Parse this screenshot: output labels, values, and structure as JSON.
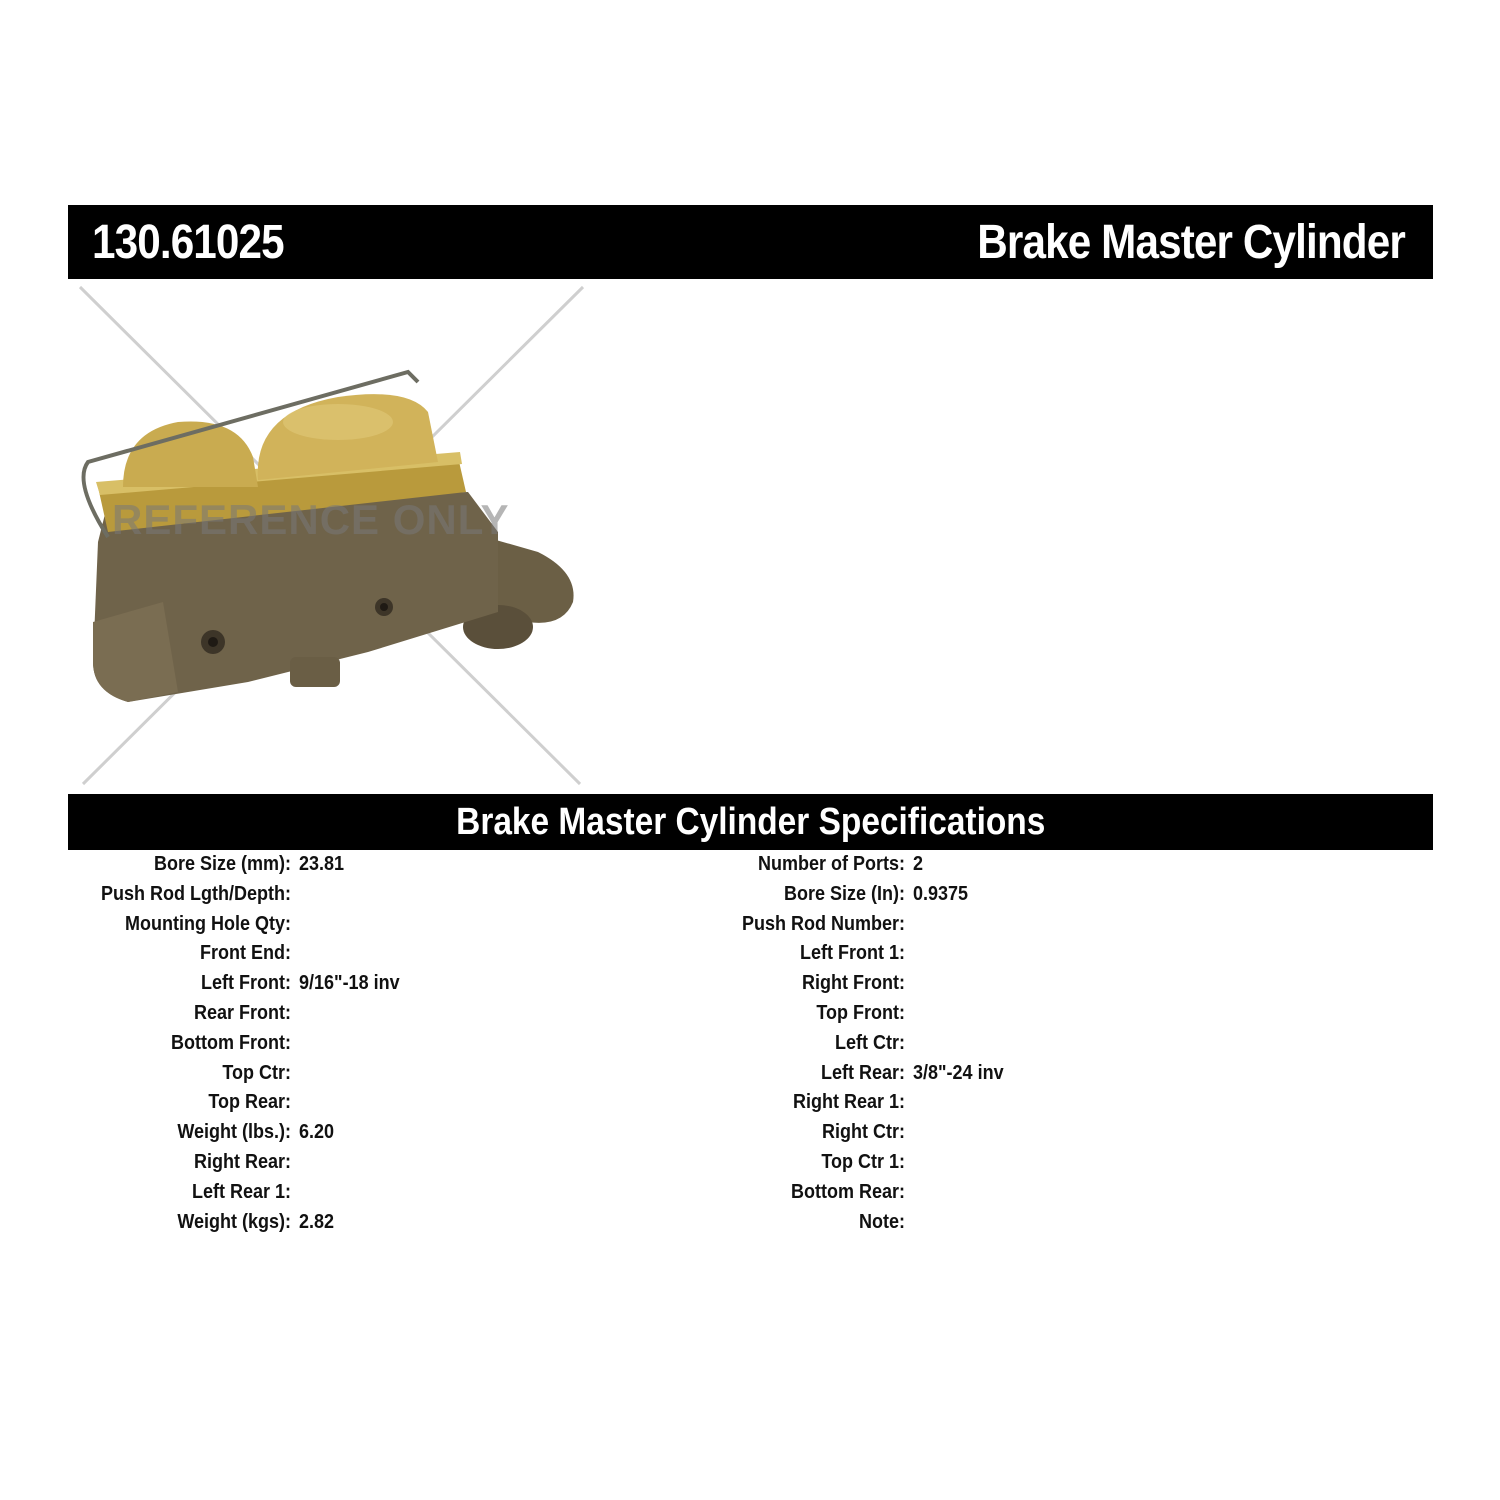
{
  "header": {
    "part_number": "130.61025",
    "product_name": "Brake Master Cylinder"
  },
  "image": {
    "subject": "brake master cylinder product photo",
    "watermark": "REFERENCE ONLY",
    "colors": {
      "cap": "#c9a94a",
      "body": "#6e6248",
      "cross_lines": "#c8c8c8"
    }
  },
  "specs": {
    "title": "Brake Master Cylinder Specifications",
    "left": [
      {
        "label": "Bore Size (mm):",
        "value": "23.81"
      },
      {
        "label": "Push Rod Lgth/Depth:",
        "value": ""
      },
      {
        "label": "Mounting Hole Qty:",
        "value": ""
      },
      {
        "label": "Front End:",
        "value": ""
      },
      {
        "label": "Left Front:",
        "value": "9/16\"-18 inv"
      },
      {
        "label": "Rear Front:",
        "value": ""
      },
      {
        "label": "Bottom Front:",
        "value": ""
      },
      {
        "label": "Top Ctr:",
        "value": ""
      },
      {
        "label": "Top Rear:",
        "value": ""
      },
      {
        "label": "Weight (lbs.):",
        "value": "6.20"
      },
      {
        "label": "Right Rear:",
        "value": ""
      },
      {
        "label": "Left Rear 1:",
        "value": ""
      },
      {
        "label": "Weight (kgs):",
        "value": "2.82"
      }
    ],
    "right": [
      {
        "label": "Number of Ports:",
        "value": "2"
      },
      {
        "label": "Bore Size (In):",
        "value": "0.9375"
      },
      {
        "label": "Push Rod Number:",
        "value": ""
      },
      {
        "label": "Left Front 1:",
        "value": ""
      },
      {
        "label": "Right Front:",
        "value": ""
      },
      {
        "label": "Top Front:",
        "value": ""
      },
      {
        "label": "Left Ctr:",
        "value": ""
      },
      {
        "label": "Left Rear:",
        "value": "3/8\"-24 inv"
      },
      {
        "label": "Right Rear 1:",
        "value": ""
      },
      {
        "label": "Right Ctr:",
        "value": ""
      },
      {
        "label": "Top Ctr 1:",
        "value": ""
      },
      {
        "label": "Bottom Rear:",
        "value": ""
      },
      {
        "label": "Note:",
        "value": ""
      }
    ]
  }
}
